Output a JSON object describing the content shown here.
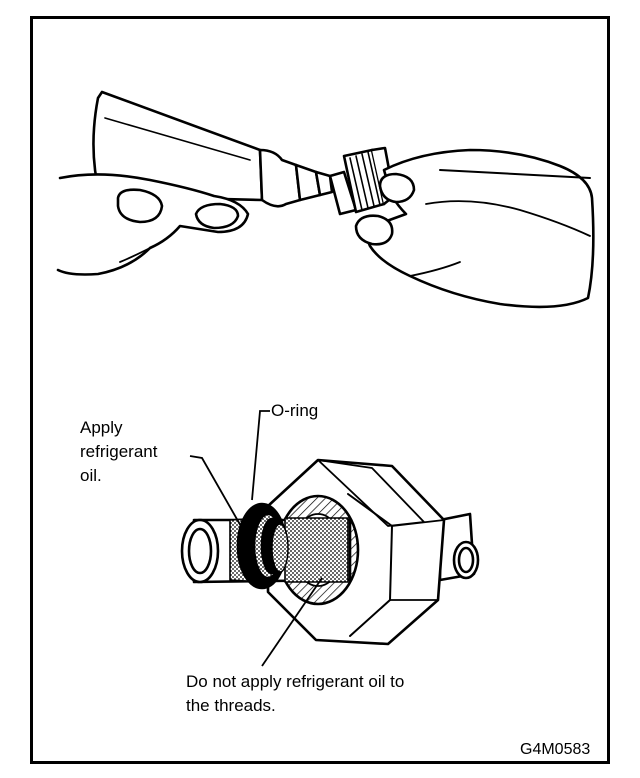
{
  "labels": {
    "apply_line1": "Apply",
    "apply_line2": "refrigerant",
    "apply_line3": "oil.",
    "oring": "O-ring",
    "donot_line1": "Do not apply refrigerant oil to",
    "donot_line2": "the threads.",
    "figure_code": "G4M0583"
  },
  "colors": {
    "ink": "#000000",
    "paper": "#ffffff",
    "shade": "#9a9a9a"
  }
}
